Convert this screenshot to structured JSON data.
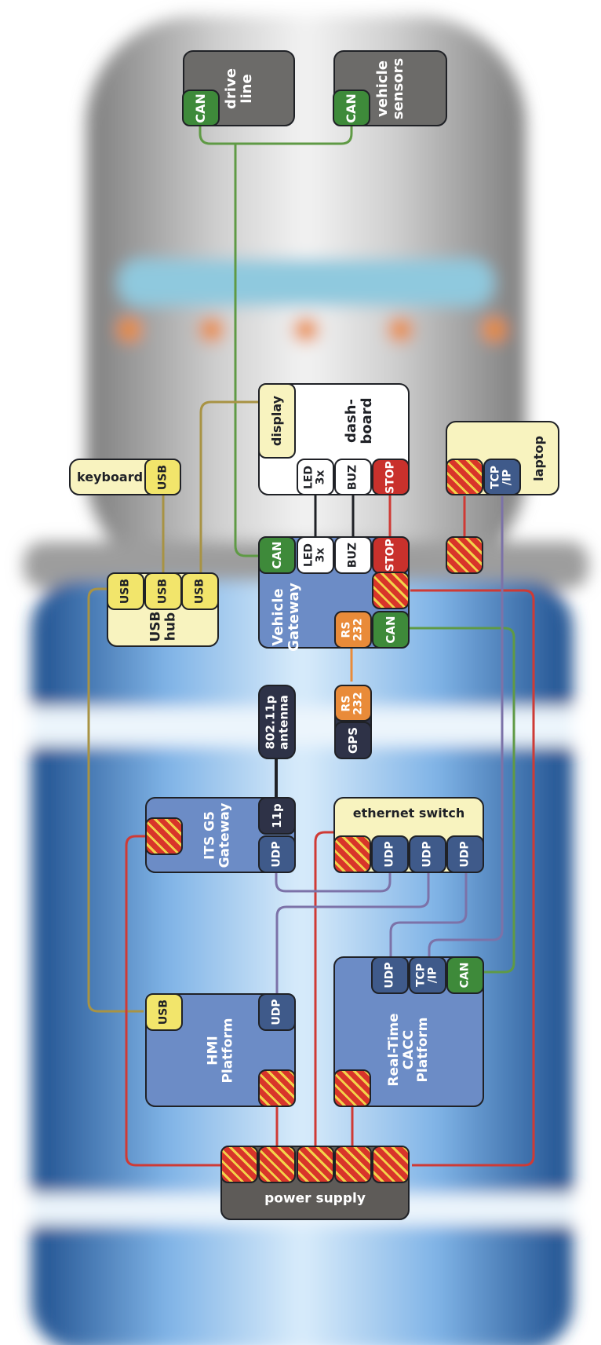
{
  "modules": {
    "drive_line": "drive\nline",
    "vehicle_sensors": "vehicle\nsensors",
    "dashboard": "dash-\nboard",
    "display": "display",
    "keyboard": "keyboard",
    "usb_hub": "USB\nhub",
    "vehicle_gateway": "Vehicle\nGateway",
    "laptop": "laptop",
    "antenna": "802.11p\nantenna",
    "gps_module": "GPS",
    "its_g5_gateway": "ITS G5\nGateway",
    "ethernet_switch": "ethernet switch",
    "hmi_platform": "HMI\nPlatform",
    "cacc_platform": "Real-Time\nCACC\nPlatform",
    "power_supply": "power supply"
  },
  "ports": {
    "can": "CAN",
    "led": "LED\n3x",
    "buz": "BUZ",
    "stop": "STOP",
    "usb": "USB",
    "rs232": "RS\n232",
    "gps": "GPS",
    "p11p": "11p",
    "udp": "UDP",
    "tcpip": "TCP\n/IP"
  },
  "connection_colors": {
    "can_bus": "#5f9a45",
    "usb": "#a89344",
    "power": "#cf3a35",
    "ethernet": "#7c72a8",
    "serial": "#e98b39",
    "digital_io": "#1f2126",
    "radio": "#1f2126"
  },
  "background": "blurred truck viewed from above"
}
